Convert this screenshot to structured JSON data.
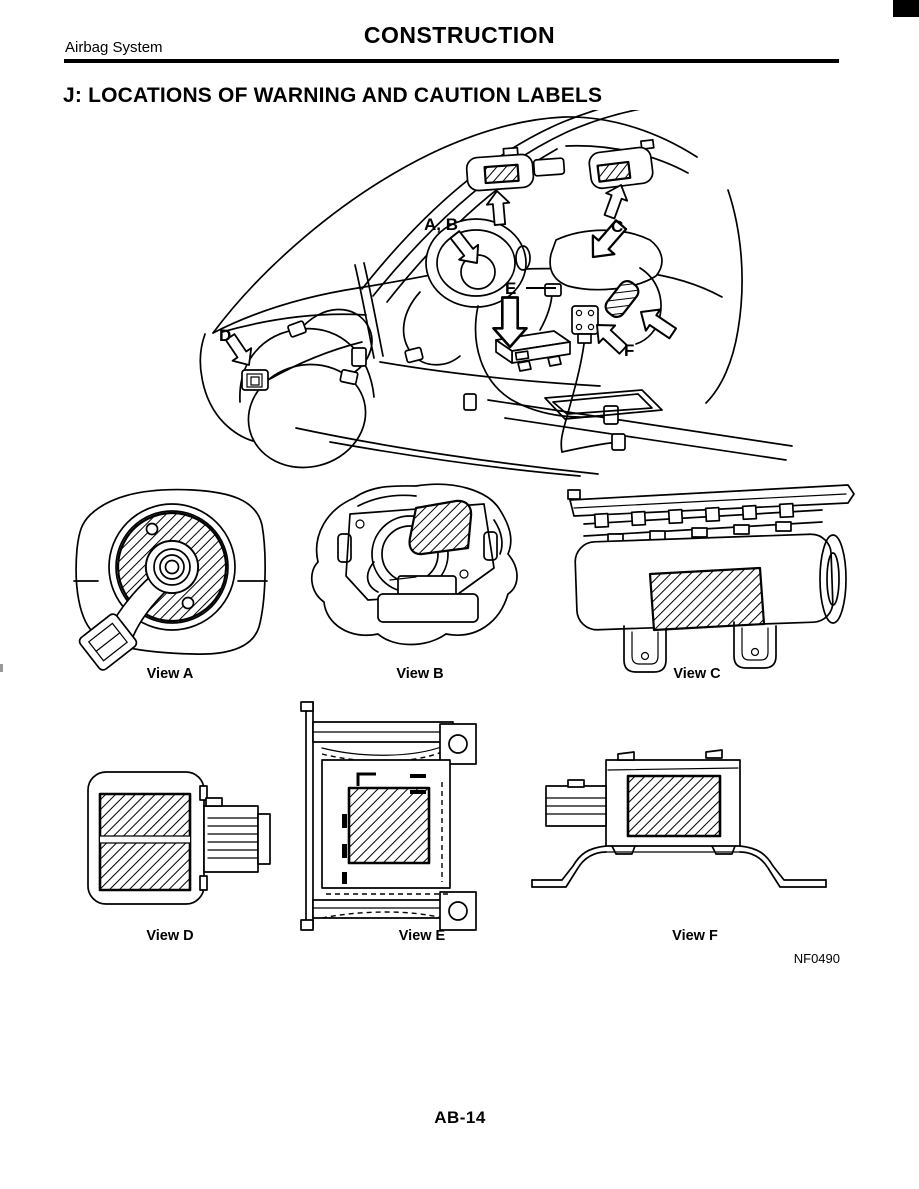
{
  "page": {
    "header_title": "CONSTRUCTION",
    "section_label": "Airbag System",
    "heading": "J: LOCATIONS OF WARNING AND CAUTION LABELS",
    "figure_code": "NF0490",
    "page_number": "AB-14"
  },
  "figure": {
    "callouts": {
      "ab": "A, B",
      "c": "C",
      "d": "D",
      "e": "E",
      "f": "F"
    }
  },
  "views": [
    {
      "label": "View A"
    },
    {
      "label": "View B"
    },
    {
      "label": "View C"
    },
    {
      "label": "View D"
    },
    {
      "label": "View E"
    },
    {
      "label": "View F"
    }
  ]
}
